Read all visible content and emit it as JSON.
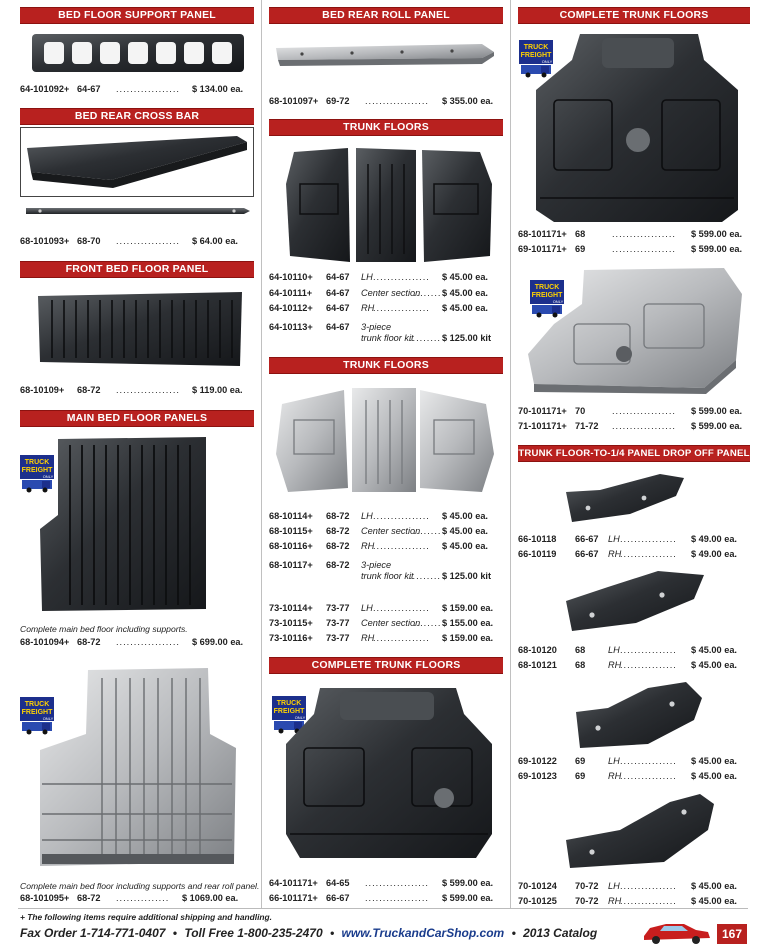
{
  "sections": {
    "bed_floor_support": "BED FLOOR SUPPORT PANEL",
    "bed_rear_cross_bar": "BED REAR CROSS BAR",
    "front_bed_floor": "FRONT BED FLOOR PANEL",
    "main_bed_floor": "MAIN BED FLOOR PANELS",
    "bed_rear_roll": "BED REAR ROLL PANEL",
    "trunk_floors_1": "TRUNK FLOORS",
    "trunk_floors_2": "TRUNK FLOORS",
    "complete_trunk_floors_mid": "COMPLETE TRUNK FLOORS",
    "complete_trunk_floors_right": "COMPLETE TRUNK FLOORS",
    "drop_off": "TRUNK FLOOR-TO-1/4 PANEL DROP OFF PANEL"
  },
  "badge": {
    "line1": "TRUCK",
    "line2": "FREIGHT",
    "line3": "ONLY"
  },
  "items": {
    "i1": {
      "part": "64-101092+",
      "years": "64-67",
      "desc": "",
      "dots": "..................",
      "price": "$ 134.00 ea."
    },
    "i2": {
      "part": "68-101093+",
      "years": "68-70",
      "desc": "",
      "dots": "..................",
      "price": "$ 64.00 ea."
    },
    "i3": {
      "part": "68-10109+",
      "years": "68-72",
      "desc": "",
      "dots": "..................",
      "price": "$ 119.00 ea."
    },
    "i4": {
      "part": "68-101094+",
      "years": "68-72",
      "desc": "",
      "dots": "..................",
      "price": "$ 699.00 ea."
    },
    "i5": {
      "part": "68-101095+",
      "years": "68-72",
      "desc": "",
      "dots": "...............",
      "price": "$ 1069.00 ea."
    },
    "i6": {
      "part": "68-101097+",
      "years": "69-72",
      "desc": "",
      "dots": "..................",
      "price": "$ 355.00 ea."
    },
    "i7": {
      "part": "64-10110+",
      "years": "64-67",
      "desc": "LH",
      "dots": "................",
      "price": "$ 45.00 ea."
    },
    "i8": {
      "part": "64-10111+",
      "years": "64-67",
      "desc": "Center section",
      "dots": "........",
      "price": "$ 45.00 ea."
    },
    "i9": {
      "part": "64-10112+",
      "years": "64-67",
      "desc": "RH",
      "dots": "................",
      "price": "$ 45.00 ea."
    },
    "i10": {
      "part": "64-10113+",
      "years": "64-67",
      "desc": "3-piece",
      "desc2": "trunk floor kit",
      "dots": ".........",
      "price": "$ 125.00 kit"
    },
    "i11": {
      "part": "68-10114+",
      "years": "68-72",
      "desc": "LH",
      "dots": "................",
      "price": "$ 45.00 ea."
    },
    "i12": {
      "part": "68-10115+",
      "years": "68-72",
      "desc": "Center section",
      "dots": "........",
      "price": "$ 45.00 ea."
    },
    "i13": {
      "part": "68-10116+",
      "years": "68-72",
      "desc": "RH",
      "dots": "................",
      "price": "$ 45.00 ea."
    },
    "i14": {
      "part": "68-10117+",
      "years": "68-72",
      "desc": "3-piece",
      "desc2": "trunk floor kit",
      "dots": ".........",
      "price": "$ 125.00 kit"
    },
    "i15": {
      "part": "73-10114+",
      "years": "73-77",
      "desc": "LH",
      "dots": "................",
      "price": "$ 159.00 ea."
    },
    "i16": {
      "part": "73-10115+",
      "years": "73-77",
      "desc": "Center section",
      "dots": "........",
      "price": "$ 155.00 ea."
    },
    "i17": {
      "part": "73-10116+",
      "years": "73-77",
      "desc": "RH",
      "dots": "................",
      "price": "$ 159.00 ea."
    },
    "i18": {
      "part": "64-101171+",
      "years": "64-65",
      "desc": "",
      "dots": "..................",
      "price": "$ 599.00 ea."
    },
    "i19": {
      "part": "66-101171+",
      "years": "66-67",
      "desc": "",
      "dots": "..................",
      "price": "$ 599.00 ea."
    },
    "i20": {
      "part": "68-101171+",
      "years": "68",
      "desc": "",
      "dots": "..................",
      "price": "$ 599.00 ea."
    },
    "i21": {
      "part": "69-101171+",
      "years": "69",
      "desc": "",
      "dots": "..................",
      "price": "$ 599.00 ea."
    },
    "i22": {
      "part": "70-101171+",
      "years": "70",
      "desc": "",
      "dots": "..................",
      "price": "$ 599.00 ea."
    },
    "i23": {
      "part": "71-101171+",
      "years": "71-72",
      "desc": "",
      "dots": "..................",
      "price": "$ 599.00 ea."
    },
    "i24": {
      "part": "66-10118",
      "years": "66-67",
      "desc": "LH",
      "dots": "................",
      "price": "$ 49.00 ea."
    },
    "i25": {
      "part": "66-10119",
      "years": "66-67",
      "desc": "RH",
      "dots": "................",
      "price": "$ 49.00 ea."
    },
    "i26": {
      "part": "68-10120",
      "years": "68",
      "desc": "LH",
      "dots": "................",
      "price": "$ 45.00 ea."
    },
    "i27": {
      "part": "68-10121",
      "years": "68",
      "desc": "RH",
      "dots": "................",
      "price": "$ 45.00 ea."
    },
    "i28": {
      "part": "69-10122",
      "years": "69",
      "desc": "LH",
      "dots": "................",
      "price": "$ 45.00 ea."
    },
    "i29": {
      "part": "69-10123",
      "years": "69",
      "desc": "RH",
      "dots": "................",
      "price": "$ 45.00 ea."
    },
    "i30": {
      "part": "70-10124",
      "years": "70-72",
      "desc": "LH",
      "dots": "................",
      "price": "$ 45.00 ea."
    },
    "i31": {
      "part": "70-10125",
      "years": "70-72",
      "desc": "RH",
      "dots": "................",
      "price": "$ 45.00 ea."
    }
  },
  "notes": {
    "main_bed": "Complete main bed floor including supports.",
    "main_bed_roll": "Complete main bed floor including supports and rear roll panel."
  },
  "footer": {
    "note": "+ The following items require additional shipping and handling.",
    "fax": "Fax Order  1-714-771-0407",
    "sep1": "•",
    "toll": "Toll Free  1-800-235-2470",
    "sep2": "•",
    "url": "www.TruckandCarShop.com",
    "sep3": "•",
    "catalog": "2013 Catalog",
    "page": "167"
  }
}
